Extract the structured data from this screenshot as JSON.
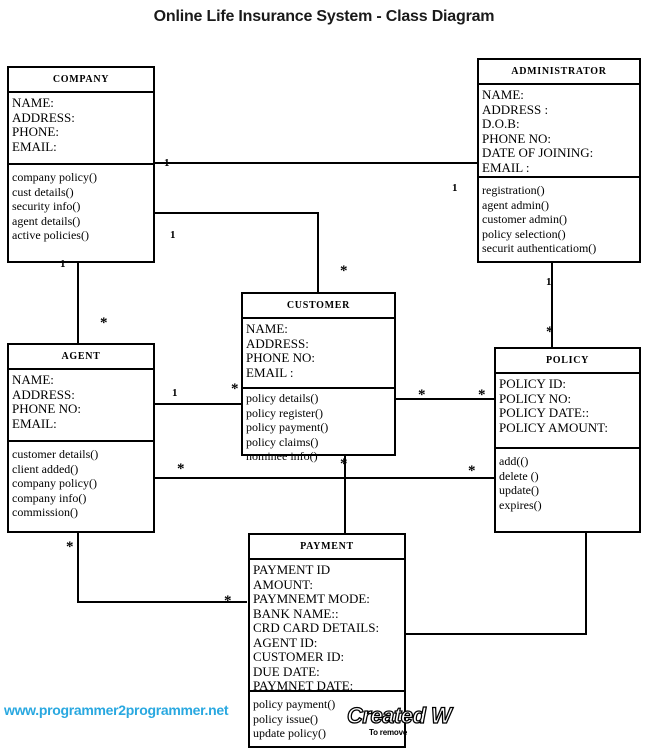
{
  "diagram": {
    "title": "Online Life Insurance System - Class Diagram",
    "type": "uml-class-diagram",
    "colors": {
      "background": "#ffffff",
      "stroke": "#000000",
      "title_text": "#1a1a1a",
      "url_link": "#29a8e0",
      "watermark_fill": "#ffffff",
      "watermark_stroke": "#000000"
    }
  },
  "classes": [
    {
      "id": "company",
      "name": "COMPANY",
      "attributes": [
        "NAME:",
        "ADDRESS:",
        "PHONE:",
        "EMAIL:"
      ],
      "operations": [
        "company policy()",
        "cust details()",
        "security info()",
        "agent details()",
        "active policies()"
      ]
    },
    {
      "id": "administrator",
      "name": "ADMINISTRATOR",
      "attributes": [
        "NAME:",
        "ADDRESS :",
        "D.O.B:",
        "PHONE NO:",
        "DATE OF JOINING:",
        "EMAIL :"
      ],
      "operations": [
        "registration()",
        "agent admin()",
        "customer admin()",
        "policy selection()",
        "securit authenticatiom()"
      ]
    },
    {
      "id": "customer",
      "name": "CUSTOMER",
      "attributes": [
        "NAME:",
        "ADDRESS:",
        "PHONE  NO:",
        "EMAIL :"
      ],
      "operations": [
        "policy details()",
        "policy register()",
        "policy payment()",
        "policy claims()",
        "nominee info()"
      ]
    },
    {
      "id": "agent",
      "name": "AGENT",
      "attributes": [
        "NAME:",
        "ADDRESS:",
        "PHONE NO:",
        "EMAIL:"
      ],
      "operations": [
        "customer details()",
        "client added()",
        "company policy()",
        "company info()",
        "commission()"
      ]
    },
    {
      "id": "policy",
      "name": "POLICY",
      "attributes": [
        "POLICY ID:",
        "POLICY NO:",
        "POLICY DATE::",
        "POLICY AMOUNT:"
      ],
      "operations": [
        "add(()",
        "delete ()",
        "update()",
        "expires()"
      ]
    },
    {
      "id": "payment",
      "name": "PAYMENT",
      "attributes": [
        "PAYMENT ID",
        "AMOUNT:",
        "PAYMNEMT MODE:",
        "BANK NAME::",
        "CRD CARD DETAILS:",
        "AGENT ID:",
        "CUSTOMER ID:",
        "DUE DATE:",
        "PAYMNET DATE:"
      ],
      "operations": [
        "policy payment()",
        "policy issue()",
        "update policy()"
      ]
    }
  ],
  "multiplicities": {
    "company_admin_near_company": "1",
    "company_admin_near_admin": "1",
    "company_customer_near_company": "1",
    "company_customer_near_customer": "*",
    "company_agent_near_company": "1",
    "company_agent_near_agent": "*",
    "agent_customer_near_agent": "1",
    "agent_customer_near_customer": "*",
    "customer_policy_near_customer": "*",
    "customer_policy_near_policy": "*",
    "admin_policy_near_admin": "1",
    "admin_policy_near_policy": "*",
    "agent_payment_near_agent": "*",
    "agent_payment_near_payment": "*",
    "customer_payment_near_customer": "*",
    "policy_payment_near_policy": "*"
  },
  "footer": {
    "site_url": "www.programmer2programmer.net",
    "watermark_main": "Created W",
    "watermark_sub": "To remove"
  }
}
